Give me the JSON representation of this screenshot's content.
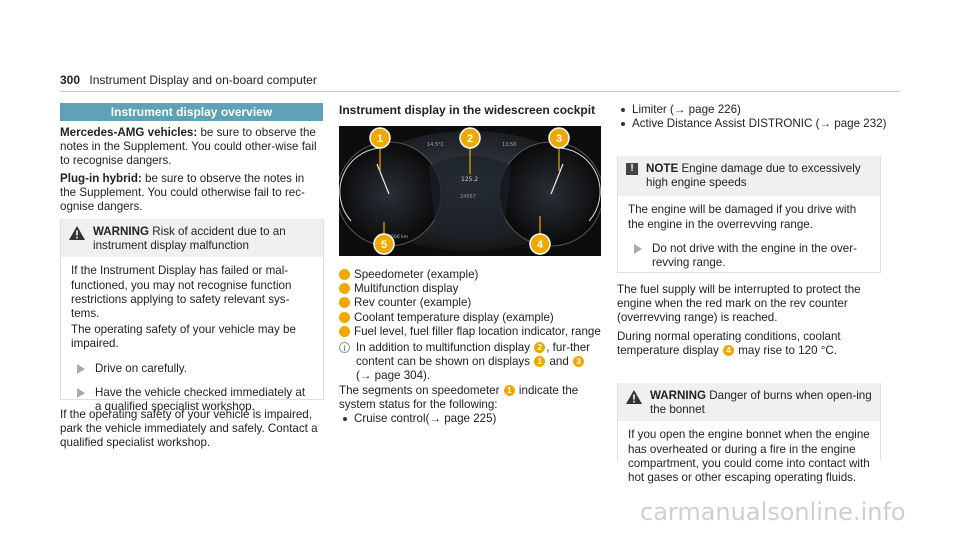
{
  "header": {
    "page_number": "300",
    "title": "Instrument Display and on-board computer"
  },
  "left": {
    "section_title": "Instrument display overview",
    "p1_bold": "Mercedes-AMG vehicles:",
    "p1_text": " be sure to observe the notes in the Supplement. You could other‐wise fail to recognise dangers.",
    "p2_bold": "Plug-in hybrid:",
    "p2_text": " be sure to observe the notes in the Supplement. You could otherwise fail to rec‐ognise dangers.",
    "warning_label": "WARNING",
    "warning_title": " Risk of accident due to an instrument display malfunction",
    "warning_p1": "If the Instrument Display has failed or mal‐functioned, you may not recognise function restrictions applying to safety relevant sys‐tems.",
    "warning_p2": "The operating safety of your vehicle may be impaired.",
    "action1": "Drive on carefully.",
    "action2": "Have the vehicle checked immediately at a qualified specialist workshop.",
    "after_warning": "If the operating safety of your vehicle is impaired, park the vehicle immediately and safely. Contact a qualified specialist workshop."
  },
  "middle": {
    "heading": "Instrument display in the widescreen cockpit",
    "dash_labels": {
      "temp": "14.5°C",
      "time": "13:50",
      "trip": "125.2",
      "odo": "24567",
      "range": "566 km",
      "callouts": [
        "1",
        "2",
        "3",
        "4",
        "5"
      ]
    },
    "legend": [
      {
        "n": "1",
        "text": "Speedometer (example)"
      },
      {
        "n": "2",
        "text": "Multifunction display"
      },
      {
        "n": "3",
        "text": "Rev counter (example)"
      },
      {
        "n": "4",
        "text": "Coolant temperature display (example)"
      },
      {
        "n": "5",
        "text": "Fuel level, fuel filler flap location indicator, range"
      }
    ],
    "info_a": "In addition to multifunction display ",
    "info_n2": "2",
    "info_b": ", fur‐ther content can be shown on displays ",
    "info_n1": "1",
    "info_c": " and ",
    "info_n3": "3",
    "info_d": " (→ page 304).",
    "seg_a": "The segments on speedometer ",
    "seg_n1": "1",
    "seg_b": " indicate the system status for the following:",
    "bullet1": "Cruise control(→ page 225)"
  },
  "right": {
    "bullet2": "Limiter (→ page 226)",
    "bullet3": "Active Distance Assist DISTRONIC (→ page 232)",
    "note_label": "NOTE",
    "note_title": " Engine damage due to excessively high engine speeds",
    "note_body": "The engine will be damaged if you drive with the engine in the overrevving range.",
    "note_action": "Do not drive with the engine in the over‐revving range.",
    "fuel_p": "The fuel supply will be interrupted to protect the engine when the red mark on the rev counter (overrevving range) is reached.",
    "cool_a": "During normal operating conditions, coolant temperature display ",
    "cool_n4": "4",
    "cool_b": " may rise to 120 °C.",
    "warning2_label": "WARNING",
    "warning2_title": " Danger of burns when open‐ing the bonnet",
    "warning2_body": "If you open the engine bonnet when the engine has overheated or during a fire in the engine compartment, you could come into contact with hot gases or other escaping operating fluids."
  },
  "watermark": "carmanualsonline.info"
}
